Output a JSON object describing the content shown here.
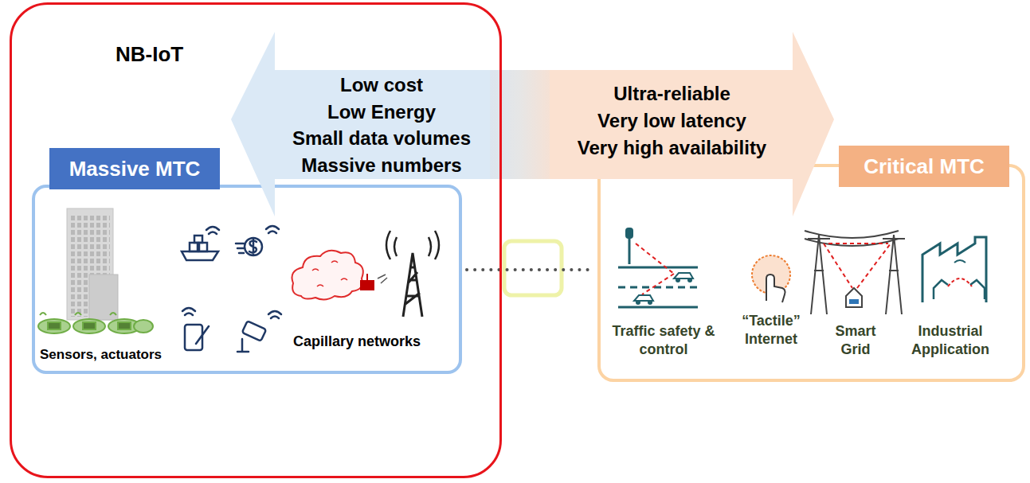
{
  "diagram": {
    "nodes": [
      {
        "text": [
          "NB-IoT"
        ]
      },
      {
        "text": [
          "Low cost",
          "Low Energy",
          "Small data volumes",
          "Massive numbers"
        ],
        "in": 0
      },
      {
        "text": [
          "Ultra-reliable",
          "Very low latency",
          "Very high availability"
        ]
      },
      {
        "text": [
          "Massive MTC"
        ],
        "in": 0
      },
      {
        "text": [
          "Critical MTC"
        ]
      }
    ],
    "edges": [
      {
        "from": 3,
        "to": 4,
        "arrow": "none"
      }
    ],
    "labels": [
      "Sensors, actuators",
      "Capillary networks",
      "Traffic safety & control",
      "“Tactile” Internet",
      "Smart Grid",
      "Industrial Application"
    ]
  }
}
